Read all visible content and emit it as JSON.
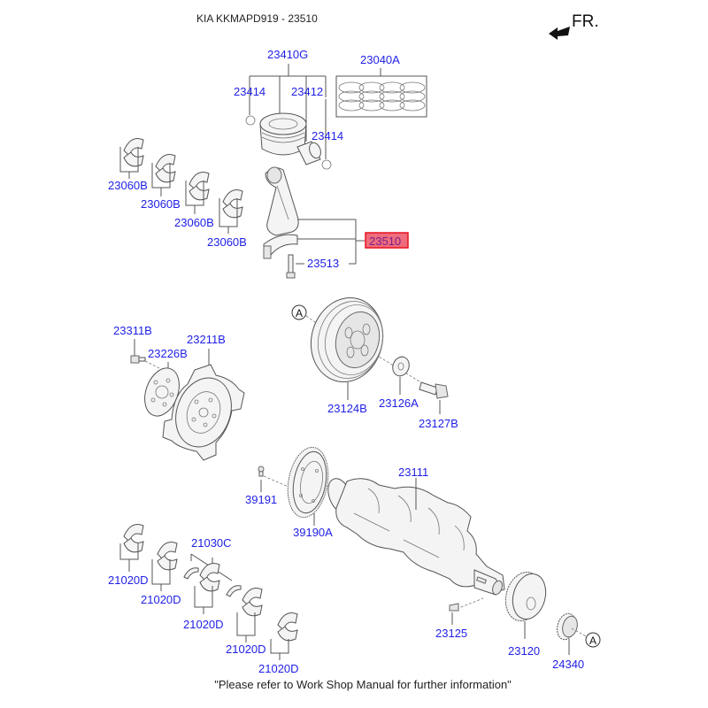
{
  "header": {
    "title": "KIA KKMAPD919 - 23510",
    "direction_label": "FR."
  },
  "diagram": {
    "highlighted_part": "23510",
    "reference_marker": "A",
    "labels": {
      "piston_assy": "23410G",
      "piston_ring_set": "23040A",
      "snap_ring_left": "23414",
      "piston_pin": "23412",
      "snap_ring_right": "23414",
      "conrod_bearing_1": "23060B",
      "conrod_bearing_2": "23060B",
      "conrod_bearing_3": "23060B",
      "conrod_bearing_4": "23060B",
      "conrod_assy": "23510",
      "conrod_bolt": "23513",
      "bolt_flexplate": "23311B",
      "flexplate": "23211B",
      "adapter_plate": "23226B",
      "damper_pulley": "23124B",
      "washer": "23126A",
      "pulley_bolt": "23127B",
      "crankshaft": "23111",
      "pin": "39191",
      "ring_gear_sensor": "39190A",
      "thrust_bearing": "21030C",
      "main_bearing_1": "21020D",
      "main_bearing_2": "21020D",
      "main_bearing_3": "21020D",
      "main_bearing_4": "21020D",
      "main_bearing_5": "21020D",
      "key": "23125",
      "sprocket": "23120",
      "oil_pump_sprocket": "24340"
    },
    "colors": {
      "label_blue": "#1f1fe6",
      "highlight_fill": "#ef6c7c",
      "highlight_border": "#e8101e"
    }
  },
  "footer": {
    "note": "\"Please refer to Work Shop Manual for further information\""
  }
}
